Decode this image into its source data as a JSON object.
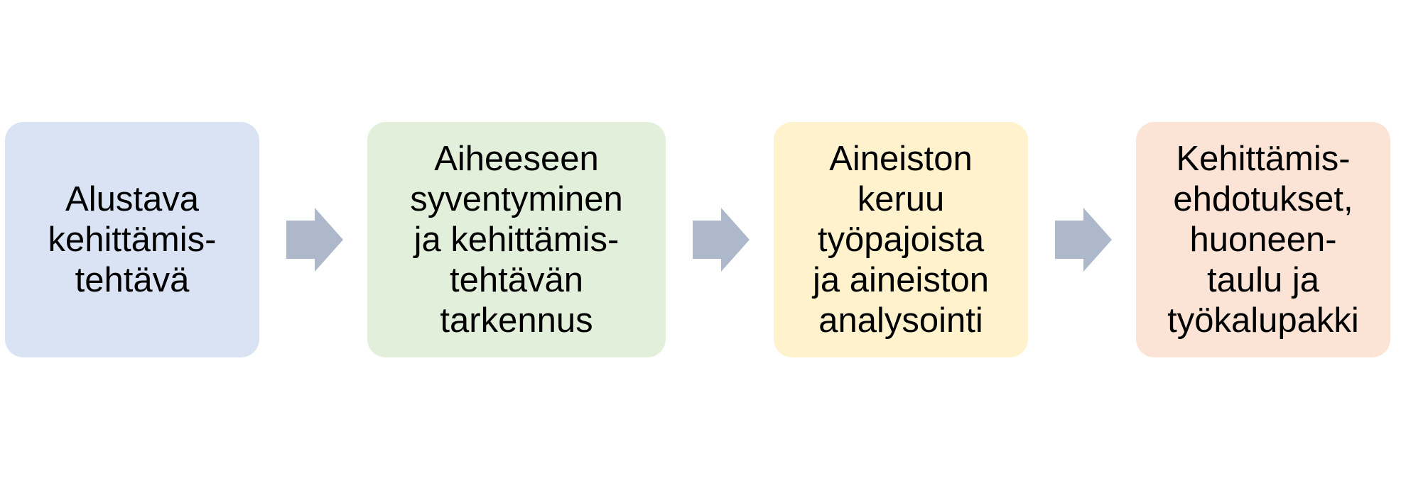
{
  "steps": [
    {
      "text": "Alustava\nkehittämis-\ntehtävä",
      "color": "#dae3f3"
    },
    {
      "text": "Aiheeseen\nsyventyminen\nja kehittämis-\ntehtävän\ntarkennus",
      "color": "#e2efda"
    },
    {
      "text": "Aineiston\nkeruu\ntyöpajoista\nja aineiston\nanalysointi",
      "color": "#fff2cc"
    },
    {
      "text": "Kehittämis-\nehdotukset,\nhuoneen-\ntaulu ja\ntyökalupakki",
      "color": "#fbe4d5"
    }
  ],
  "arrow_color": "#adb9ca"
}
